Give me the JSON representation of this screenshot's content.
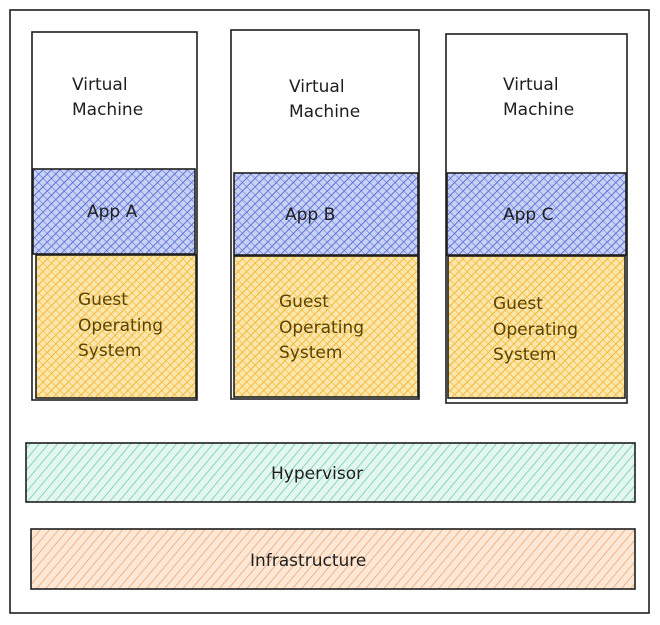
{
  "diagram": {
    "vms": [
      {
        "vm_label_line1": "Virtual",
        "vm_label_line2": "Machine",
        "app_label": "App A",
        "os_line1": "Guest",
        "os_line2": "Operating",
        "os_line3": "System"
      },
      {
        "vm_label_line1": "Virtual",
        "vm_label_line2": "Machine",
        "app_label": "App B",
        "os_line1": "Guest",
        "os_line2": "Operating",
        "os_line3": "System"
      },
      {
        "vm_label_line1": "Virtual",
        "vm_label_line2": "Machine",
        "app_label": "App C",
        "os_line1": "Guest",
        "os_line2": "Operating",
        "os_line3": "System"
      }
    ],
    "hypervisor": "Hypervisor",
    "infrastructure": "Infrastructure",
    "colors": {
      "app_fill": "#5b73d8",
      "os_fill": "#f2b834",
      "hypervisor_fill": "#6fcfae",
      "infrastructure_fill": "#f4a56a",
      "stroke": "#1e1e1e"
    }
  }
}
